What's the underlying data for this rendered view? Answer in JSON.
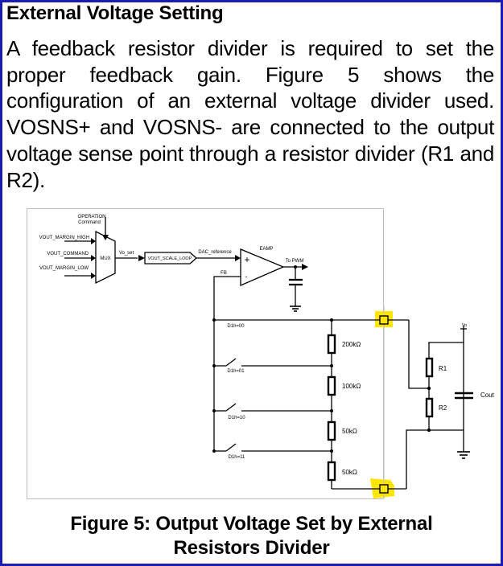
{
  "heading": "External Voltage Setting",
  "paragraph": "A feedback resistor divider is required to set the proper feedback gain. Figure  5 shows the configuration of an external voltage divider used. VOSNS+ and VOSNS- are connected to the output voltage sense point through a resistor divider (R1 and R2).",
  "figure": {
    "labels": {
      "operation": "OPERATION",
      "command": "Command",
      "vout_margin_high": "VOUT_MARGIN_HIGH",
      "vout_command": "VOUT_COMMAND",
      "vout_margin_low": "VOUT_MARGIN_LOW",
      "mux": "MUX",
      "vo_set": "Vo_set",
      "vout_scale_loop": "VOUT_SCALE_LOOP",
      "dac_reference": "DAC_reference",
      "eamp": "EAMP",
      "plus": "+",
      "minus": "-",
      "to_pwm": "To PWM",
      "fb": "FB",
      "d1h_00": "D1h=00",
      "d1h_01": "D1h=01",
      "d1h_10": "D1h=10",
      "d1h_11": "D1h=11",
      "res_200k": "200kΩ",
      "res_100k": "100kΩ",
      "res_50k_a": "50kΩ",
      "res_50k_b": "50kΩ",
      "vo": "Vo",
      "r1": "R1",
      "r2": "R2",
      "cout": "Cout"
    },
    "highlight_color": "#ffe600"
  },
  "caption_line1": "Figure 5: Output Voltage Set by External",
  "caption_line2": "Resistors Divider"
}
